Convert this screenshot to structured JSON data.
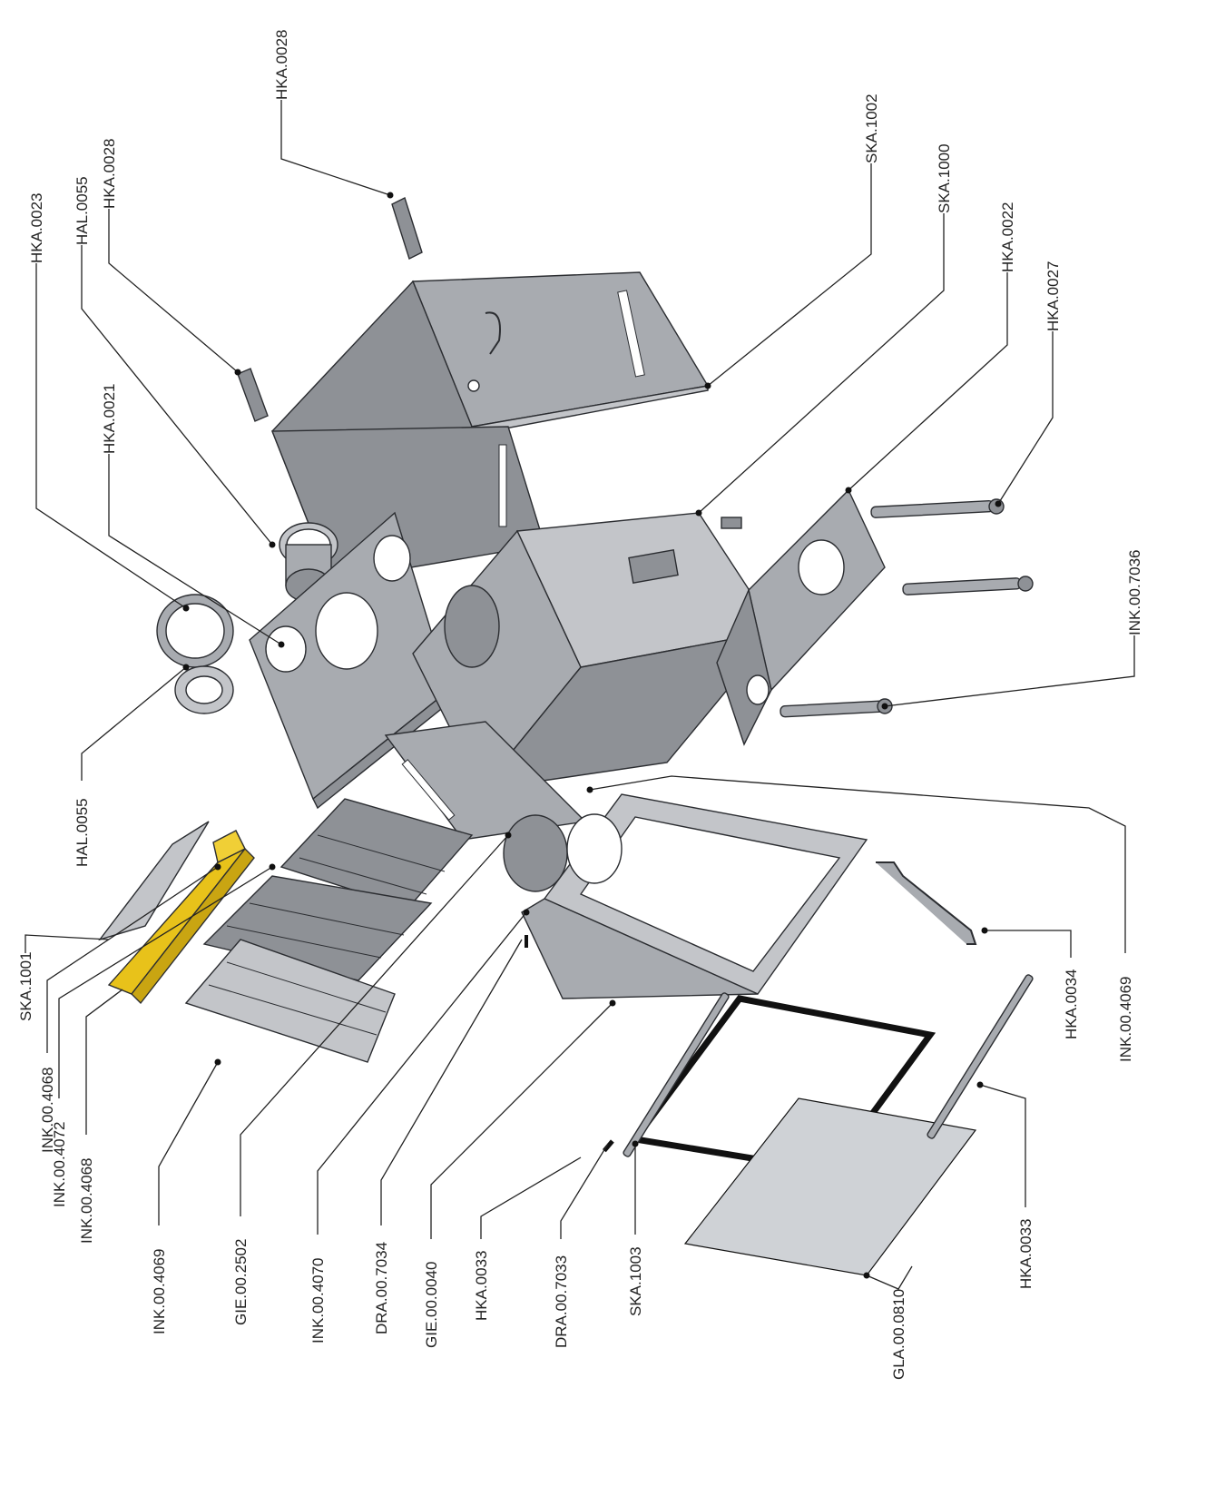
{
  "labels": {
    "HKA_0028_top": "HKA.0028",
    "HKA_0028": "HKA.0028",
    "HAL_0055_top": "HAL.0055",
    "HKA_0023": "HKA.0023",
    "HKA_0021": "HKA.0021",
    "SKA_1002": "SKA.1002",
    "SKA_1000": "SKA.1000",
    "HKA_0022": "HKA.0022",
    "HKA_0027": "HKA.0027",
    "INK_00_7036": "INK.00.7036",
    "HAL_0055": "HAL.0055",
    "SKA_1001": "SKA.1001",
    "INK_00_4068_a": "INK.00.4068",
    "INK_00_4072": "INK.00.4072",
    "INK_00_4068_b": "INK.00.4068",
    "INK_00_4069_left": "INK.00.4069",
    "GIE_00_2502": "GIE.00.2502",
    "INK_00_4070": "INK.00.4070",
    "DRA_00_7034": "DRA.00.7034",
    "GIE_00_0040": "GIE.00.0040",
    "HKA_0033_left": "HKA.0033",
    "DRA_00_7033": "DRA.00.7033",
    "SKA_1003": "SKA.1003",
    "GLA_00_0810": "GLA.00.0810",
    "HKA_0033_right": "HKA.0033",
    "HKA_0034": "HKA.0034",
    "INK_00_4069_right": "INK.00.4069"
  },
  "colors": {
    "steel": "#a8abb0",
    "steel_dark": "#8e9196",
    "highlight_part": "#e8c21a",
    "glass": "#cfd2d6"
  }
}
